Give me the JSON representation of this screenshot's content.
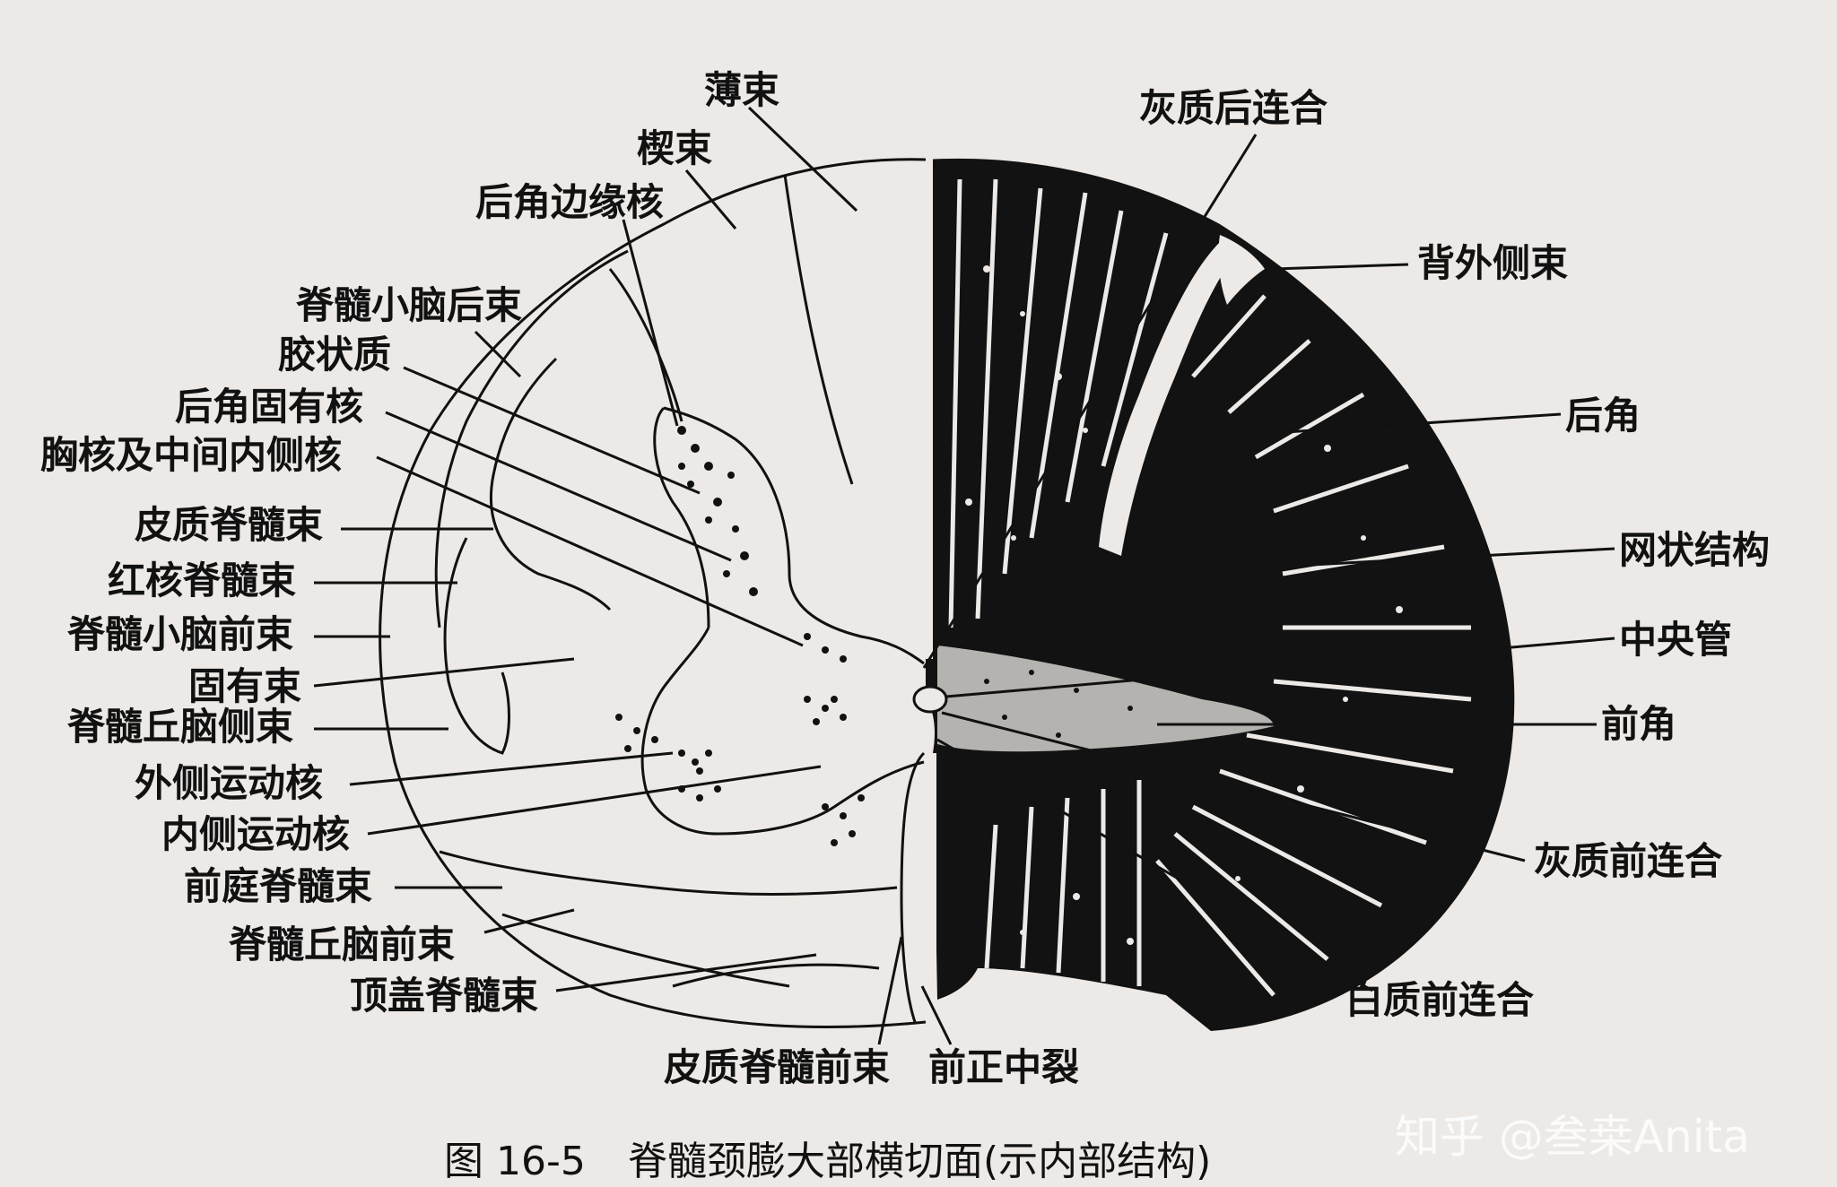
{
  "labels": {
    "bo_shu": "薄束",
    "xie_shu": "楔束",
    "hou_jiao_bian_yuan_he": "后角边缘核",
    "ji_sui_xiao_nao_hou_shu": "脊髓小脑后束",
    "jiao_zhuang_zhi": "胶状质",
    "hou_jiao_gu_you_he": "后角固有核",
    "xiong_he": "胸核及中间内侧核",
    "pi_zhi_ji_sui_shu": "皮质脊髓束",
    "hong_he_ji_sui_shu": "红核脊髓束",
    "ji_sui_xiao_nao_qian_shu": "脊髓小脑前束",
    "gu_you_shu": "固有束",
    "ji_sui_qiu_nao_ce_shu": "脊髓丘脑侧束",
    "wai_ce_yun_dong_he": "外侧运动核",
    "nei_ce_yun_dong_he": "内侧运动核",
    "qian_ting_ji_sui_shu": "前庭脊髓束",
    "ji_sui_qiu_nao_qian_shu": "脊髓丘脑前束",
    "ding_gai_ji_sui_shu": "顶盖脊髓束",
    "pi_zhi_ji_sui_qian_shu": "皮质脊髓前束",
    "qian_zheng_zhong_lie": "前正中裂",
    "hui_zhi_hou_lian_he": "灰质后连合",
    "bei_wai_ce_shu": "背外侧束",
    "hou_jiao": "后角",
    "wang_zhuang_jie_gou": "网状结构",
    "zhong_yang_guan": "中央管",
    "qian_jiao": "前角",
    "hui_zhi_qian_lian_he": "灰质前连合",
    "bai_zhi_qian_lian_he": "白质前连合"
  },
  "watermark": "知乎 @叁桒Anita",
  "caption": {
    "number": "图 16-5",
    "text": "脊髓颈膨大部横切面(示内部结构)"
  }
}
